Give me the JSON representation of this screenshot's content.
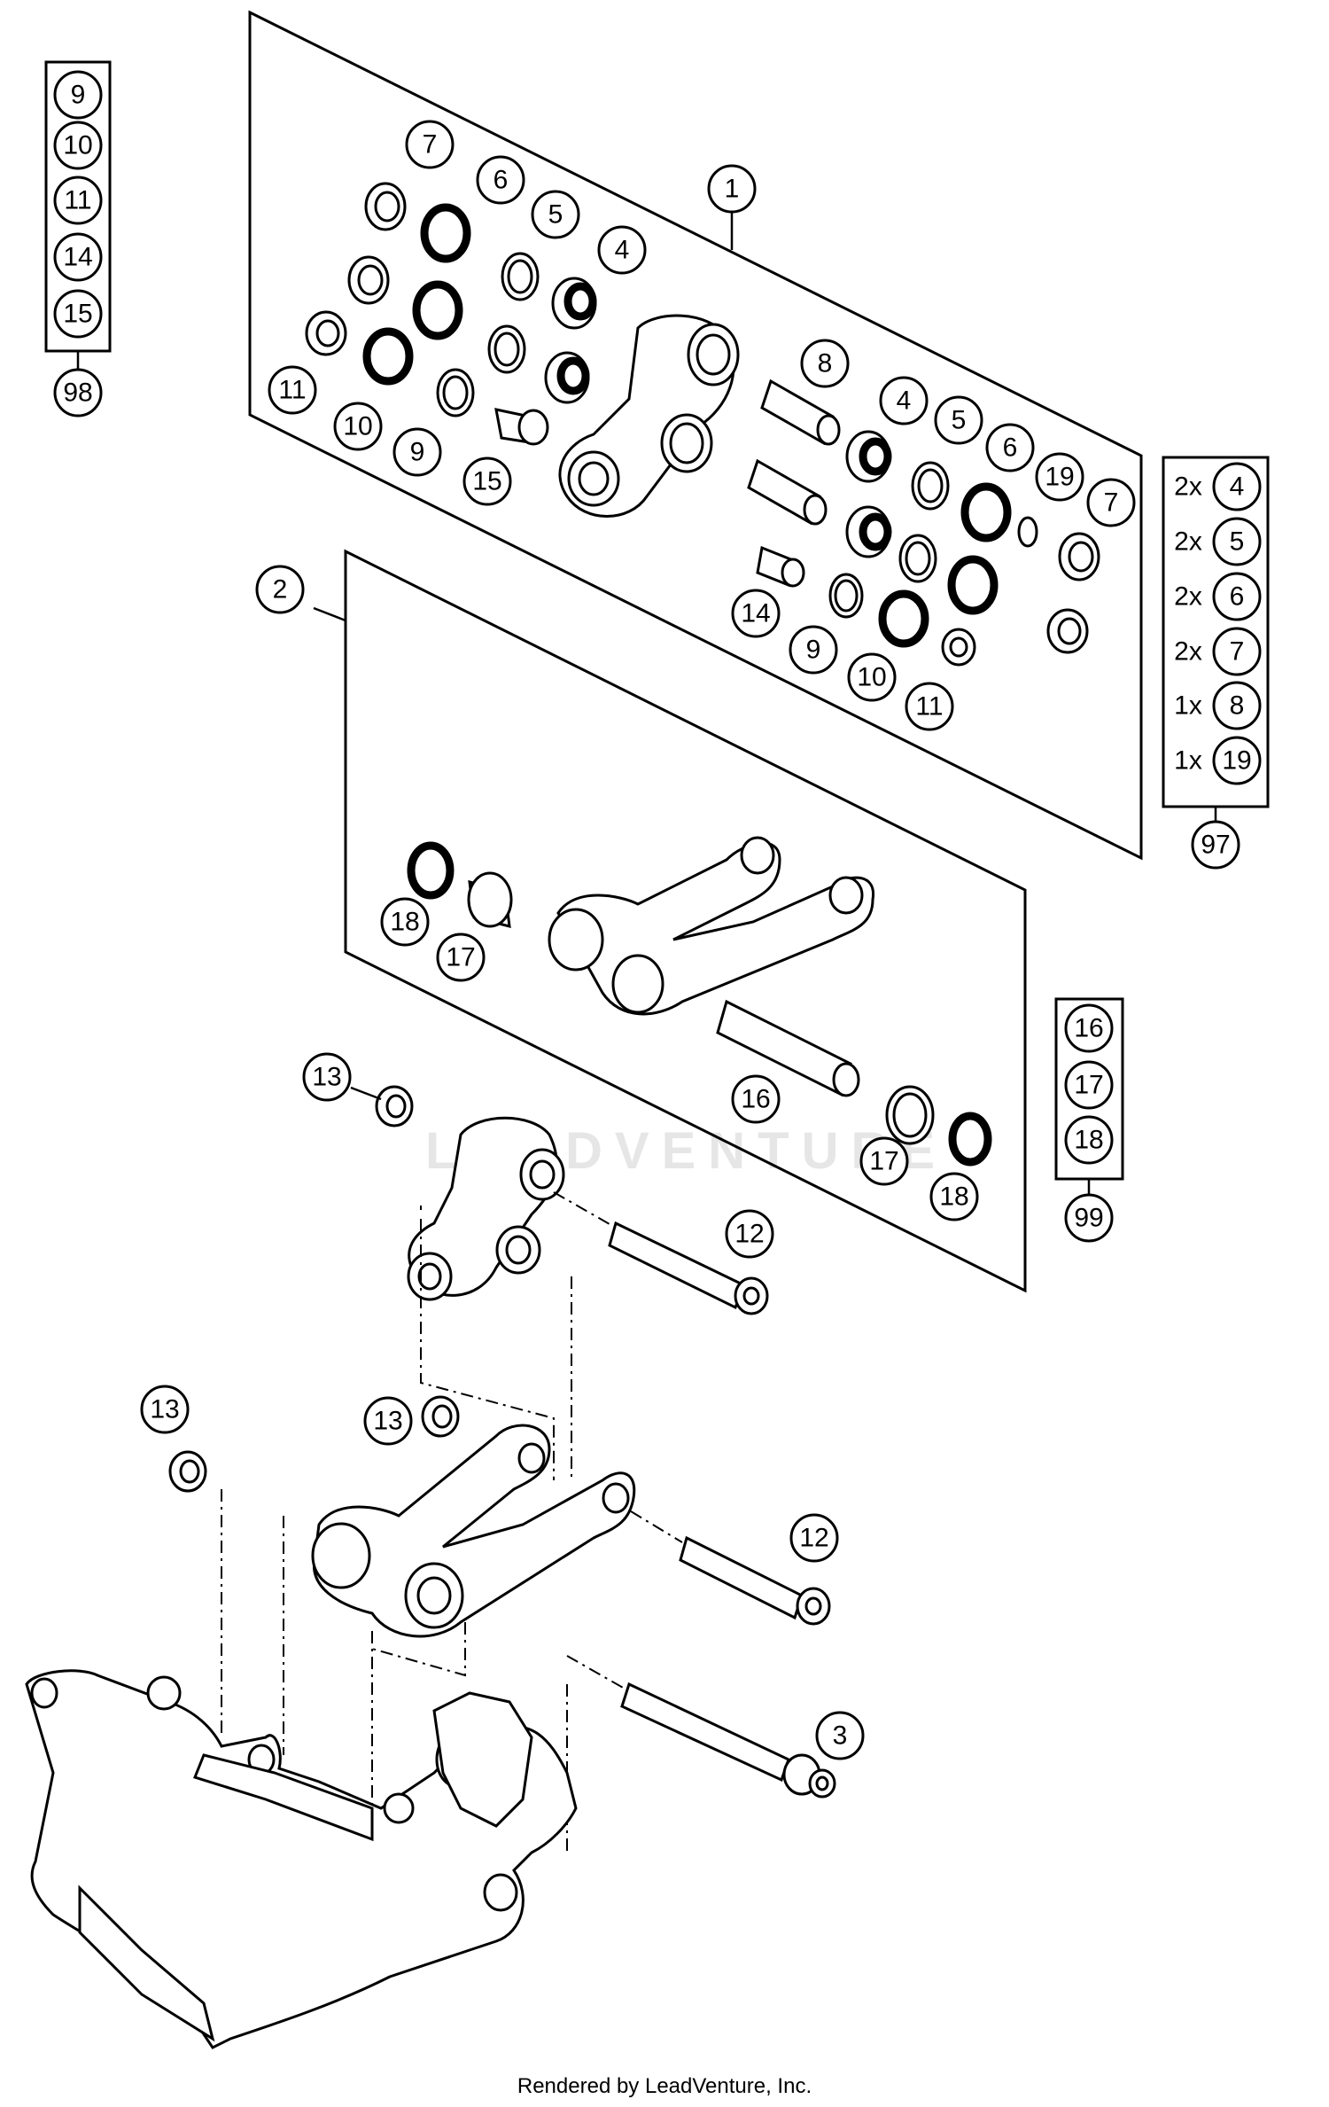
{
  "diagram": {
    "callouts": {
      "c1": "1",
      "c2": "2",
      "c3": "3",
      "c12a": "12",
      "c12b": "12",
      "c13a": "13",
      "c13b": "13",
      "c13c": "13",
      "p1_7a": "7",
      "p1_6a": "6",
      "p1_5a": "5",
      "p1_4a": "4",
      "p1_11a": "11",
      "p1_10a": "10",
      "p1_9a": "9",
      "p1_15": "15",
      "p1_8": "8",
      "p1_4b": "4",
      "p1_5b": "5",
      "p1_6b": "6",
      "p1_19": "19",
      "p1_7b": "7",
      "p1_14": "14",
      "p1_9b": "9",
      "p1_10b": "10",
      "p1_11b": "11",
      "p2_18a": "18",
      "p2_17a": "17",
      "p2_16": "16",
      "p2_17b": "17",
      "p2_18b": "18"
    },
    "kit98": {
      "items": [
        "9",
        "10",
        "11",
        "14",
        "15"
      ],
      "label": "98"
    },
    "kit97": {
      "rows": [
        {
          "qty": "2x",
          "item": "4"
        },
        {
          "qty": "2x",
          "item": "5"
        },
        {
          "qty": "2x",
          "item": "6"
        },
        {
          "qty": "2x",
          "item": "7"
        },
        {
          "qty": "1x",
          "item": "8"
        },
        {
          "qty": "1x",
          "item": "19"
        }
      ],
      "label": "97"
    },
    "kit99": {
      "items": [
        "16",
        "17",
        "18"
      ],
      "label": "99"
    }
  },
  "watermark": "LEADVENTURE",
  "footer": "Rendered by LeadVenture, Inc."
}
